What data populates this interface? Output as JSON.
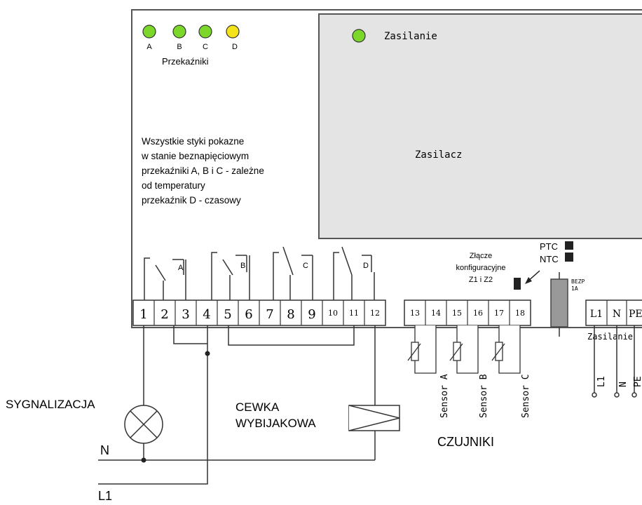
{
  "leds": {
    "relays": [
      {
        "label": "A",
        "color": "#7bd72a"
      },
      {
        "label": "B",
        "color": "#7bd72a"
      },
      {
        "label": "C",
        "color": "#7bd72a"
      },
      {
        "label": "D",
        "color": "#f4e21a"
      }
    ],
    "relays_caption": "Przekaźniki",
    "power": {
      "label": "Zasilanie",
      "color": "#7bd72a"
    }
  },
  "psu_label": "Zasilacz",
  "note_lines": [
    "Wszystkie styki pokazne",
    "w stanie beznapięciowym",
    "przekaźniki A, B i C - zależne",
    "od temperatury",
    "przekaźnik D - czasowy"
  ],
  "relay_contact_labels": [
    "A",
    "B",
    "C",
    "D"
  ],
  "terminals_main": [
    "1",
    "2",
    "3",
    "4",
    "5",
    "6",
    "7",
    "8",
    "9",
    "10",
    "11",
    "12"
  ],
  "terminals_sensor": [
    "13",
    "14",
    "15",
    "16",
    "17",
    "18"
  ],
  "terminals_power": [
    "L1",
    "N",
    "PE"
  ],
  "config_connector": [
    "Złącze",
    "konfiguracyjne",
    "Z1 i Z2"
  ],
  "ptc_label": "PTC",
  "ntc_label": "NTC",
  "fuse_label": [
    "BEZP",
    "1A"
  ],
  "power_caption": "Zasilanie",
  "power_wire_labels": [
    "L1",
    "N",
    "PE"
  ],
  "sensor_labels": [
    "Sensor A",
    "Sensor B",
    "Sensor C"
  ],
  "sensors_caption": "CZUJNIKI",
  "signal_label": "SYGNALIZACJA",
  "coil_label": [
    "CEWKA",
    "WYBIJAKOWA"
  ],
  "n_label": "N",
  "l1_label": "L1"
}
